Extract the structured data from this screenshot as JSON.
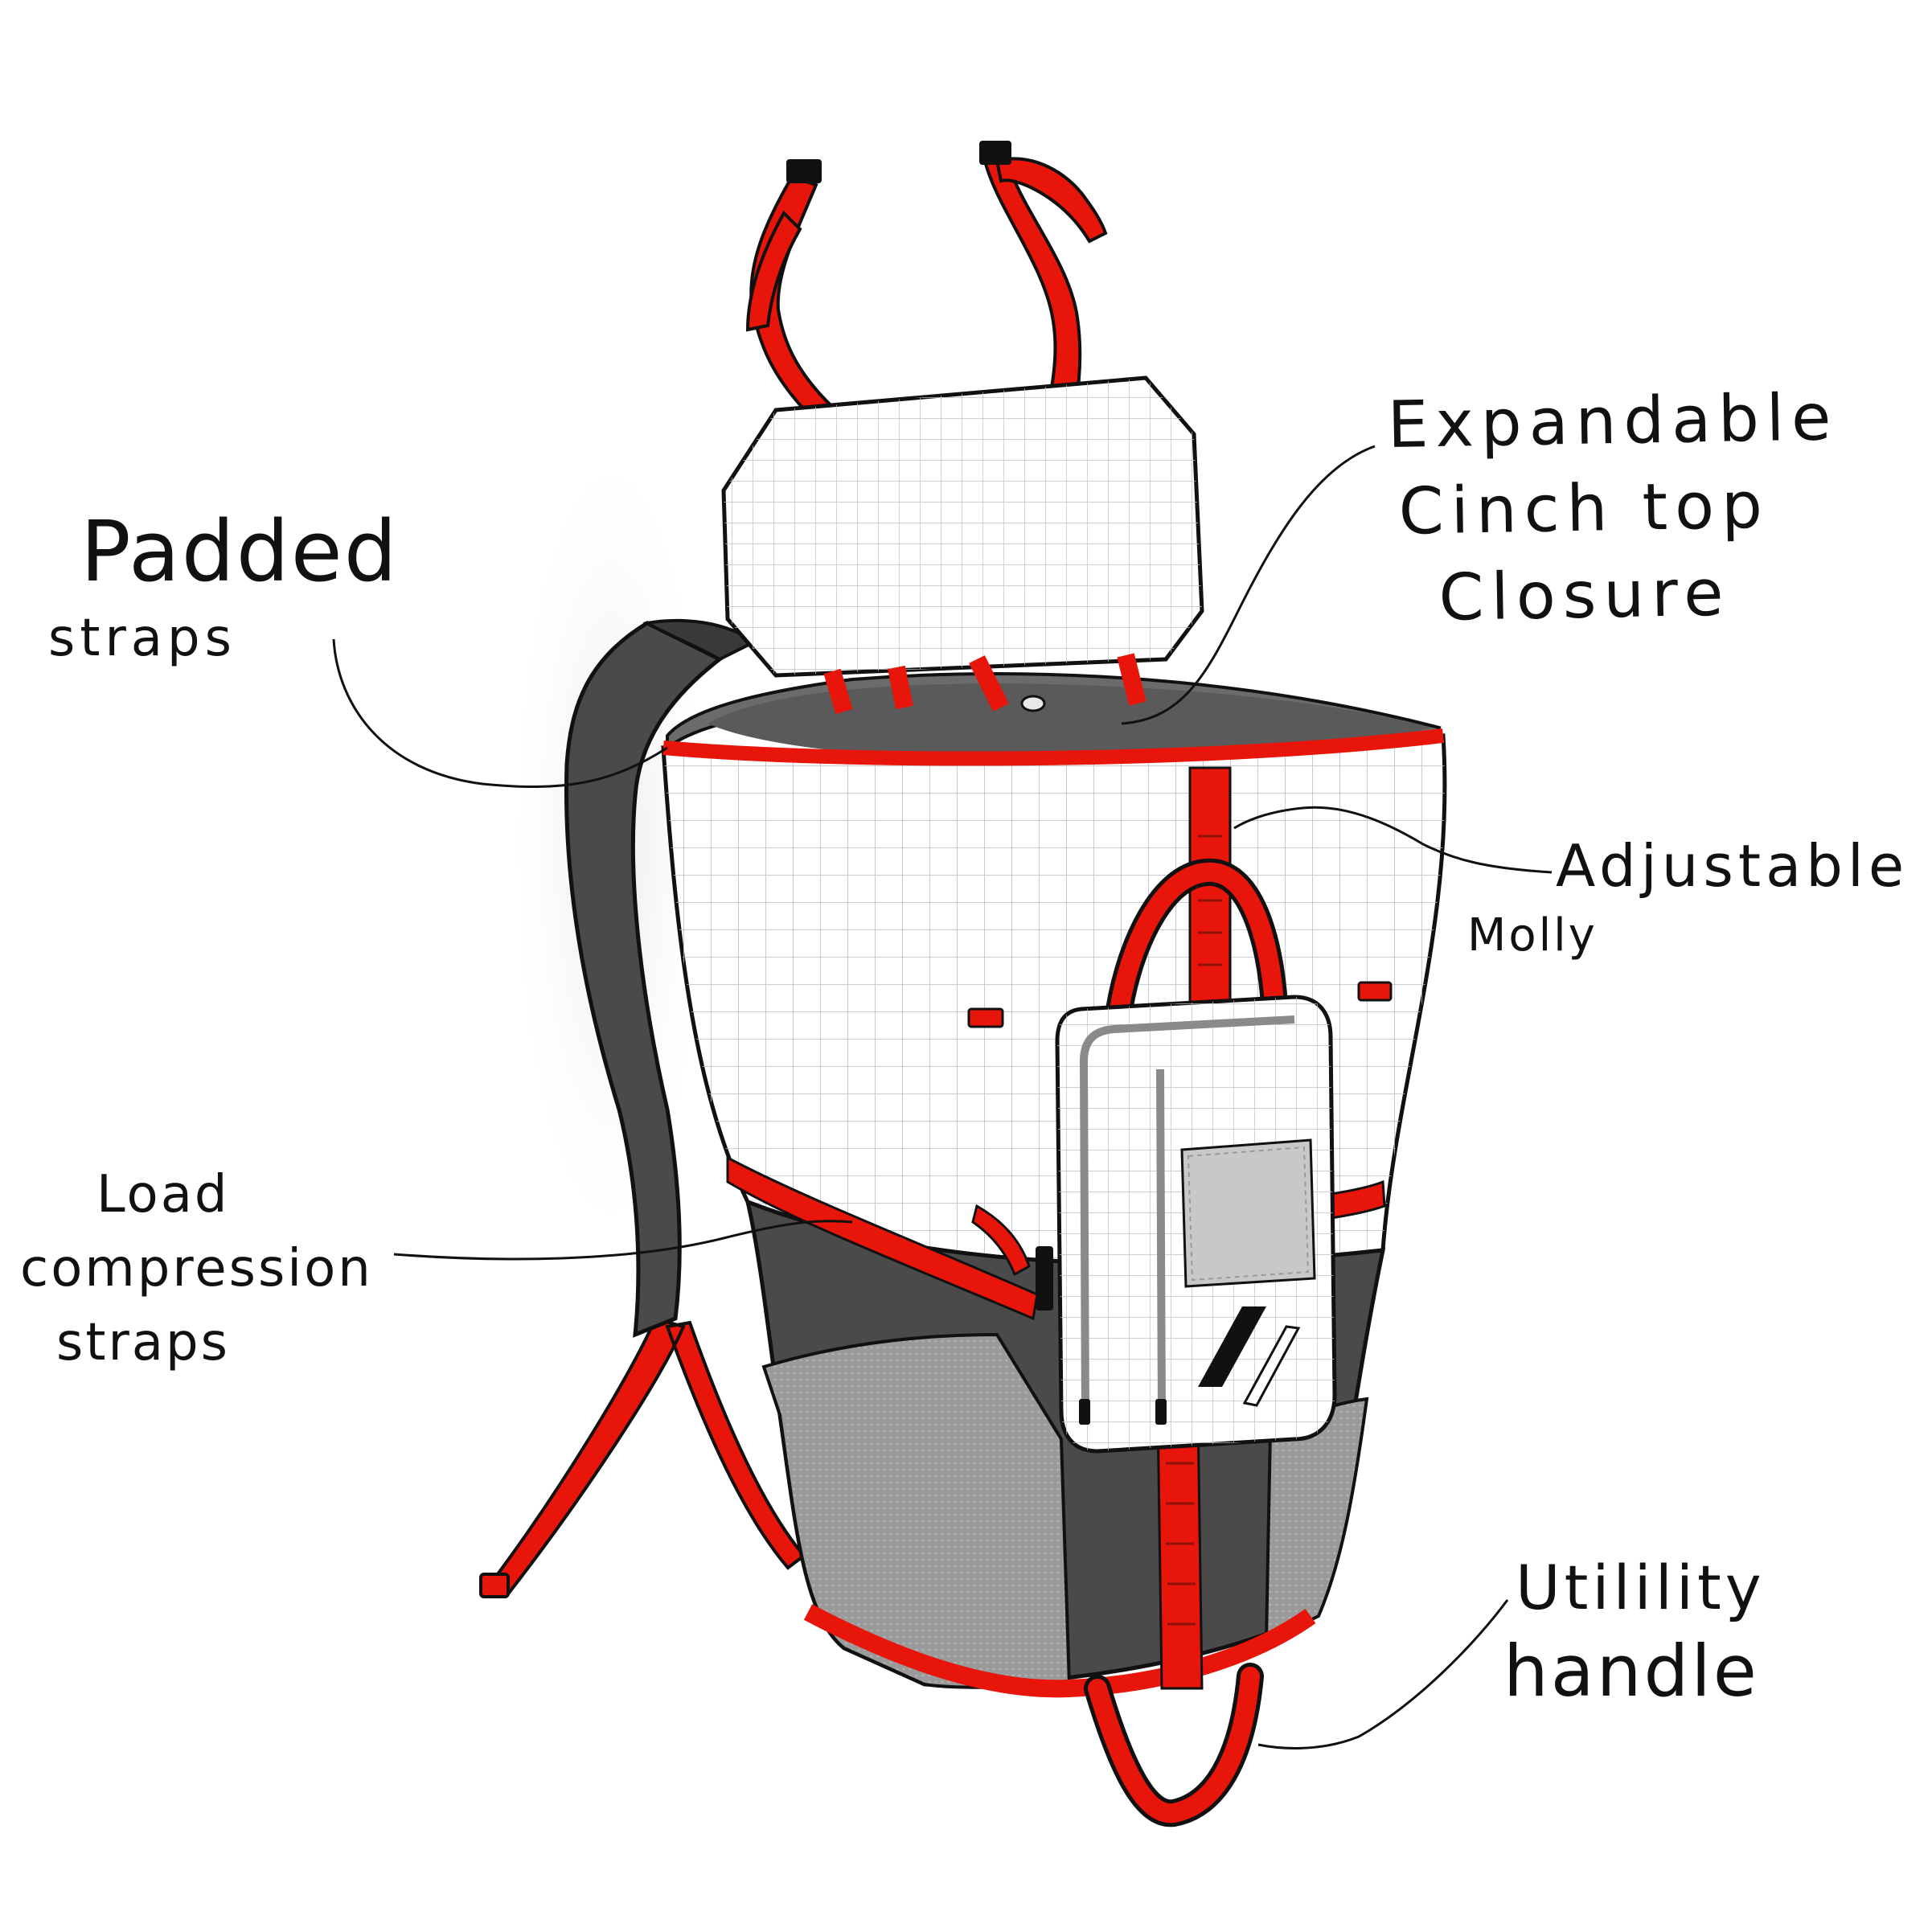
{
  "labels": {
    "padded_straps": [
      "Padded",
      "straps"
    ],
    "cinch_top": [
      "Expandable",
      "Cinch top",
      "Closure"
    ],
    "molly": [
      "Adjustable",
      "Molly"
    ],
    "compression": [
      "Load",
      "compression",
      "straps"
    ],
    "handle": [
      "Utilility",
      "handle"
    ]
  },
  "colors": {
    "accent_red": "#e8150a",
    "outline": "#111111",
    "dark_gray": "#4a4a4a",
    "mid_gray": "#8a8a8a",
    "light_gray": "#c8c8c8",
    "grid_line": "#b9bec4",
    "panel_white": "#ffffff"
  }
}
